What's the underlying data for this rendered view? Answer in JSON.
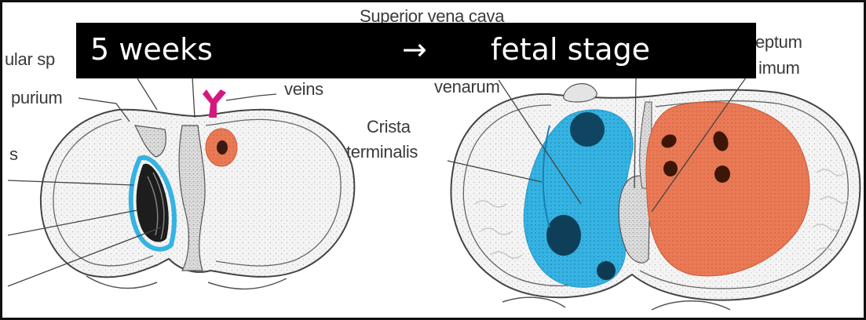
{
  "banner": {
    "left_text": "5 weeks",
    "arrow": "→",
    "right_text": "fetal  stage"
  },
  "labels": {
    "superior_vena_cava": "Superior vena cava",
    "valvular_septum_partial": "ular sp",
    "septum_spurium_partial": "purium",
    "left_edge_partial": "s",
    "veins": "veins",
    "valve_venarum": "venarum",
    "crista_line1": "Crista",
    "crista_line2": "terminalis",
    "septum_partial": "eptum",
    "primum_partial": "imum"
  },
  "colors": {
    "right_atrium_blue": "#35b3e3",
    "left_atrium_orange": "#e97a55",
    "pulmonary_vein_magenta": "#d4197e",
    "banner_bg": "#000000",
    "banner_text": "#ffffff",
    "frame": "#111111"
  }
}
